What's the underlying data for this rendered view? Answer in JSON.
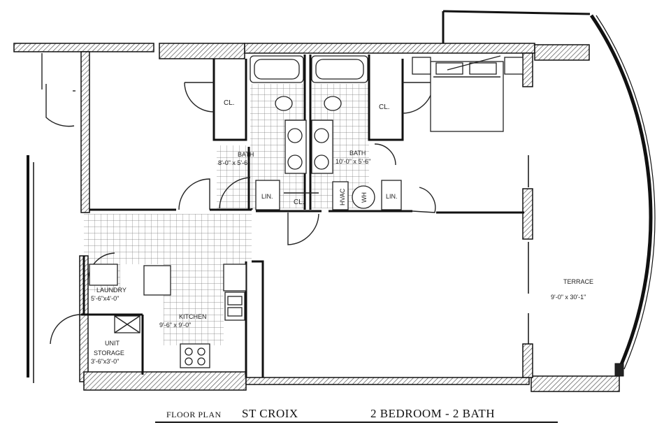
{
  "title": {
    "prefix": "FLOOR PLAN",
    "name": "ST CROIX",
    "unit_type": "2 BEDROOM - 2 BATH"
  },
  "rooms": {
    "closet_1": "CL.",
    "closet_2": "CL.",
    "closet_3": "CL.",
    "bath_1_name": "BATH",
    "bath_1_size": "8'-0\" x 5'-6\"",
    "bath_2_name": "BATH",
    "bath_2_size": "10'-0\" x 5'-6\"",
    "linen_1": "LIN.",
    "linen_2": "LIN.",
    "hvac": "HVAC",
    "water_heater": "WH",
    "laundry_name": "LAUNDRY",
    "laundry_size": "5'-6\"x4'-0\"",
    "kitchen_name": "KITCHEN",
    "kitchen_size": "9'-6\" x 9'-0\"",
    "storage_name_1": "UNIT",
    "storage_name_2": "STORAGE",
    "storage_size": "3'-6\"x3'-0\"",
    "terrace_name": "TERRACE",
    "terrace_size": "9'-0\" x 30'-1\""
  }
}
